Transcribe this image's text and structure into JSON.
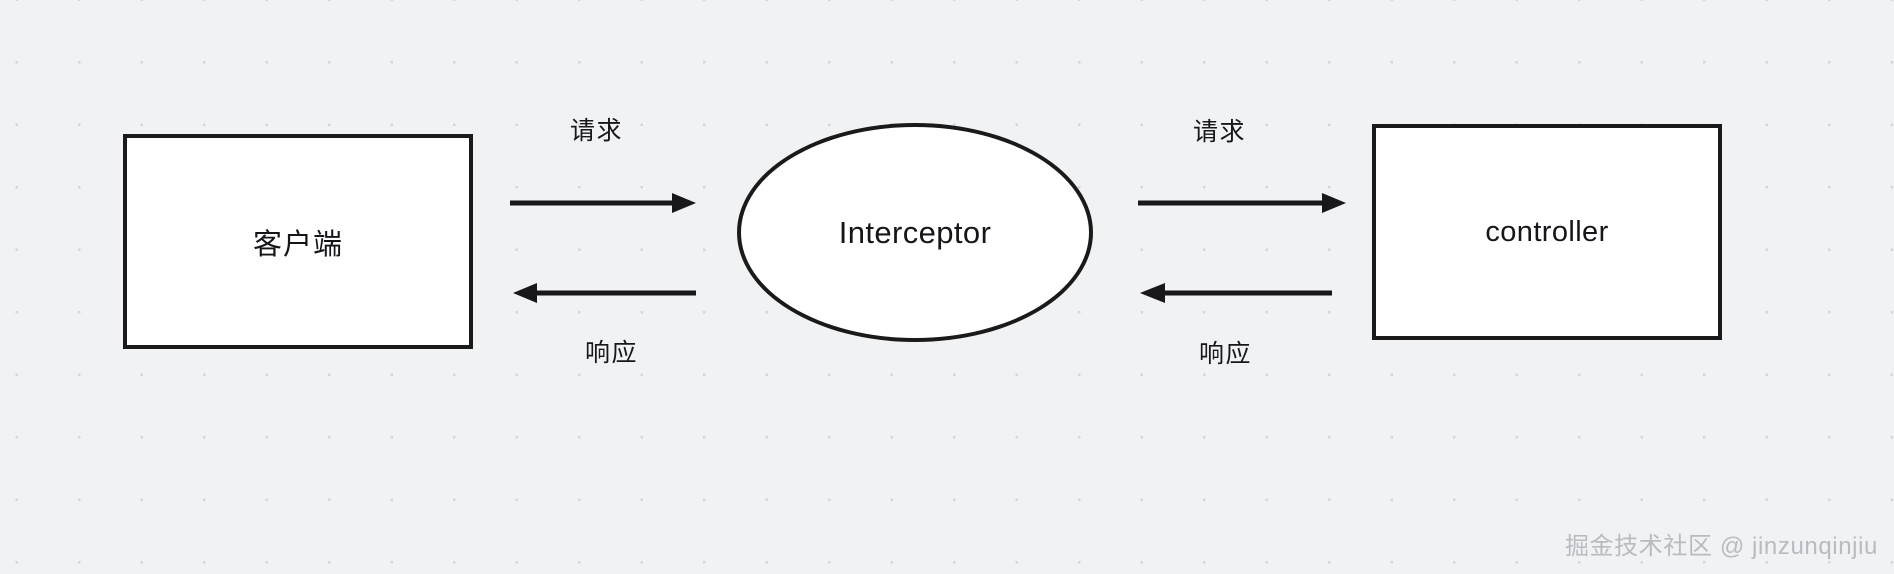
{
  "diagram": {
    "title": "Interceptor request response flow",
    "background_color": "#f1f2f4",
    "grid_dot_color": "#d3d5da",
    "stroke_color": "#1a1a1a",
    "node_fill": "#ffffff",
    "nodes": [
      {
        "id": "client",
        "label": "客户端",
        "shape": "rectangle"
      },
      {
        "id": "interceptor",
        "label": "Interceptor",
        "shape": "ellipse"
      },
      {
        "id": "controller",
        "label": "controller",
        "shape": "rectangle"
      }
    ],
    "edges": [
      {
        "id": "client-to-interceptor",
        "label": "请求",
        "from": "client",
        "to": "interceptor",
        "direction": "right"
      },
      {
        "id": "interceptor-to-client",
        "label": "响应",
        "from": "interceptor",
        "to": "client",
        "direction": "left"
      },
      {
        "id": "interceptor-to-controller",
        "label": "请求",
        "from": "interceptor",
        "to": "controller",
        "direction": "right"
      },
      {
        "id": "controller-to-interceptor",
        "label": "响应",
        "from": "controller",
        "to": "interceptor",
        "direction": "left"
      }
    ]
  },
  "watermark": {
    "text": "掘金技术社区 @ jinzunqinjiu",
    "color": "#b9bbc1"
  }
}
